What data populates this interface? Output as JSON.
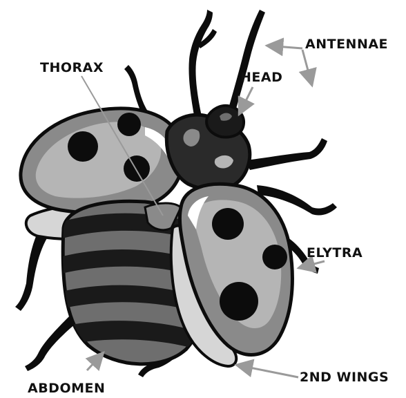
{
  "labels": {
    "antennae": "ANTENNAE",
    "head": "HEAD",
    "thorax": "THORAX",
    "elytra": "ELYTRA",
    "abdomen": "ABDOMEN",
    "second_wings": "2ND WINGS"
  },
  "colors": {
    "outline": "#0c0c0c",
    "shell": "#8a8a8a",
    "shell_light": "#b5b5b5",
    "highlight": "#ffffff",
    "wing": "#d6d6d6",
    "abdomen_dark": "#1a1a1a",
    "abdomen_light": "#6e6e6e",
    "pointer": "#9a9a9a"
  }
}
